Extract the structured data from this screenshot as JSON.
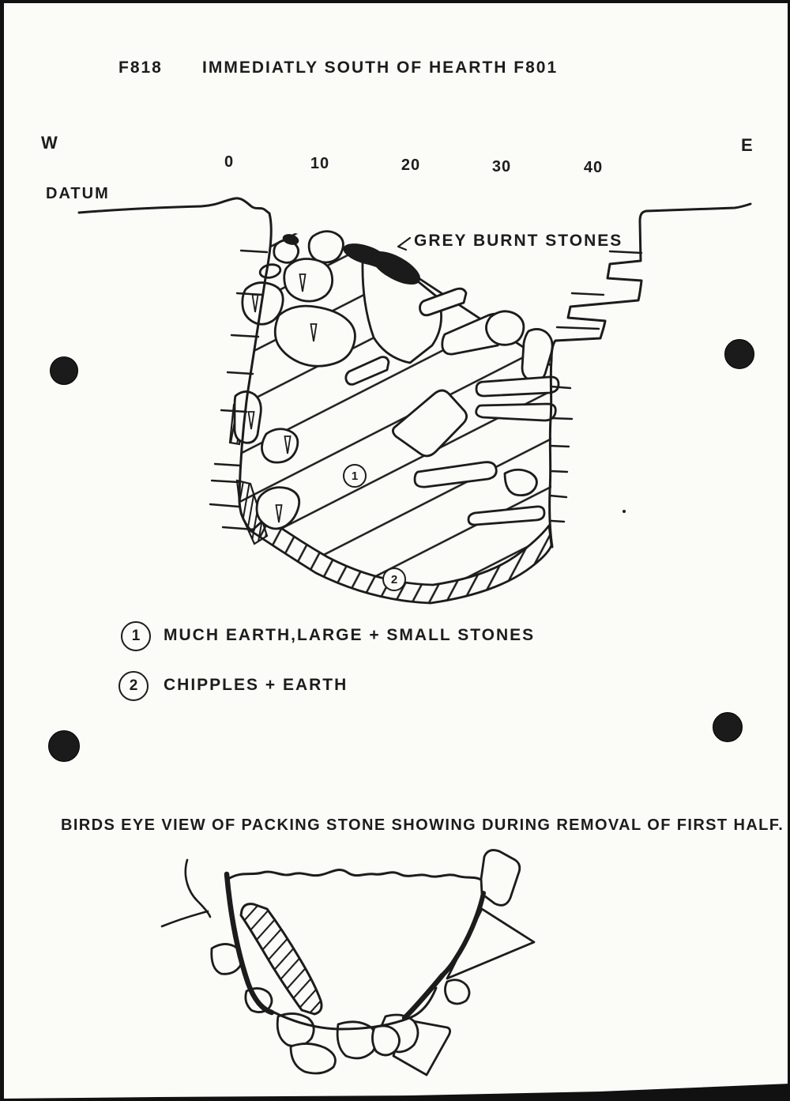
{
  "page": {
    "paper": "#fbfbf8",
    "ink": "#1c1c1c"
  },
  "header": {
    "feature_id": "F818",
    "title": "IMMEDIATLY SOUTH OF HEARTH F801"
  },
  "compass": {
    "west": "W",
    "east": "E"
  },
  "datum_label": "DATUM",
  "scale_bar": {
    "ticks": [
      "0",
      "10",
      "20",
      "30",
      "40"
    ]
  },
  "section": {
    "burnt_stones_label": "GREY BURNT STONES",
    "marker_1": "1",
    "marker_2": "2"
  },
  "legend": {
    "items": [
      {
        "num": "1",
        "label": "MUCH EARTH,LARGE + SMALL STONES"
      },
      {
        "num": "2",
        "label": "CHIPPLES + EARTH"
      }
    ]
  },
  "plan_view": {
    "caption": "BIRDS EYE VIEW OF PACKING STONE SHOWING DURING REMOVAL OF FIRST HALF."
  }
}
